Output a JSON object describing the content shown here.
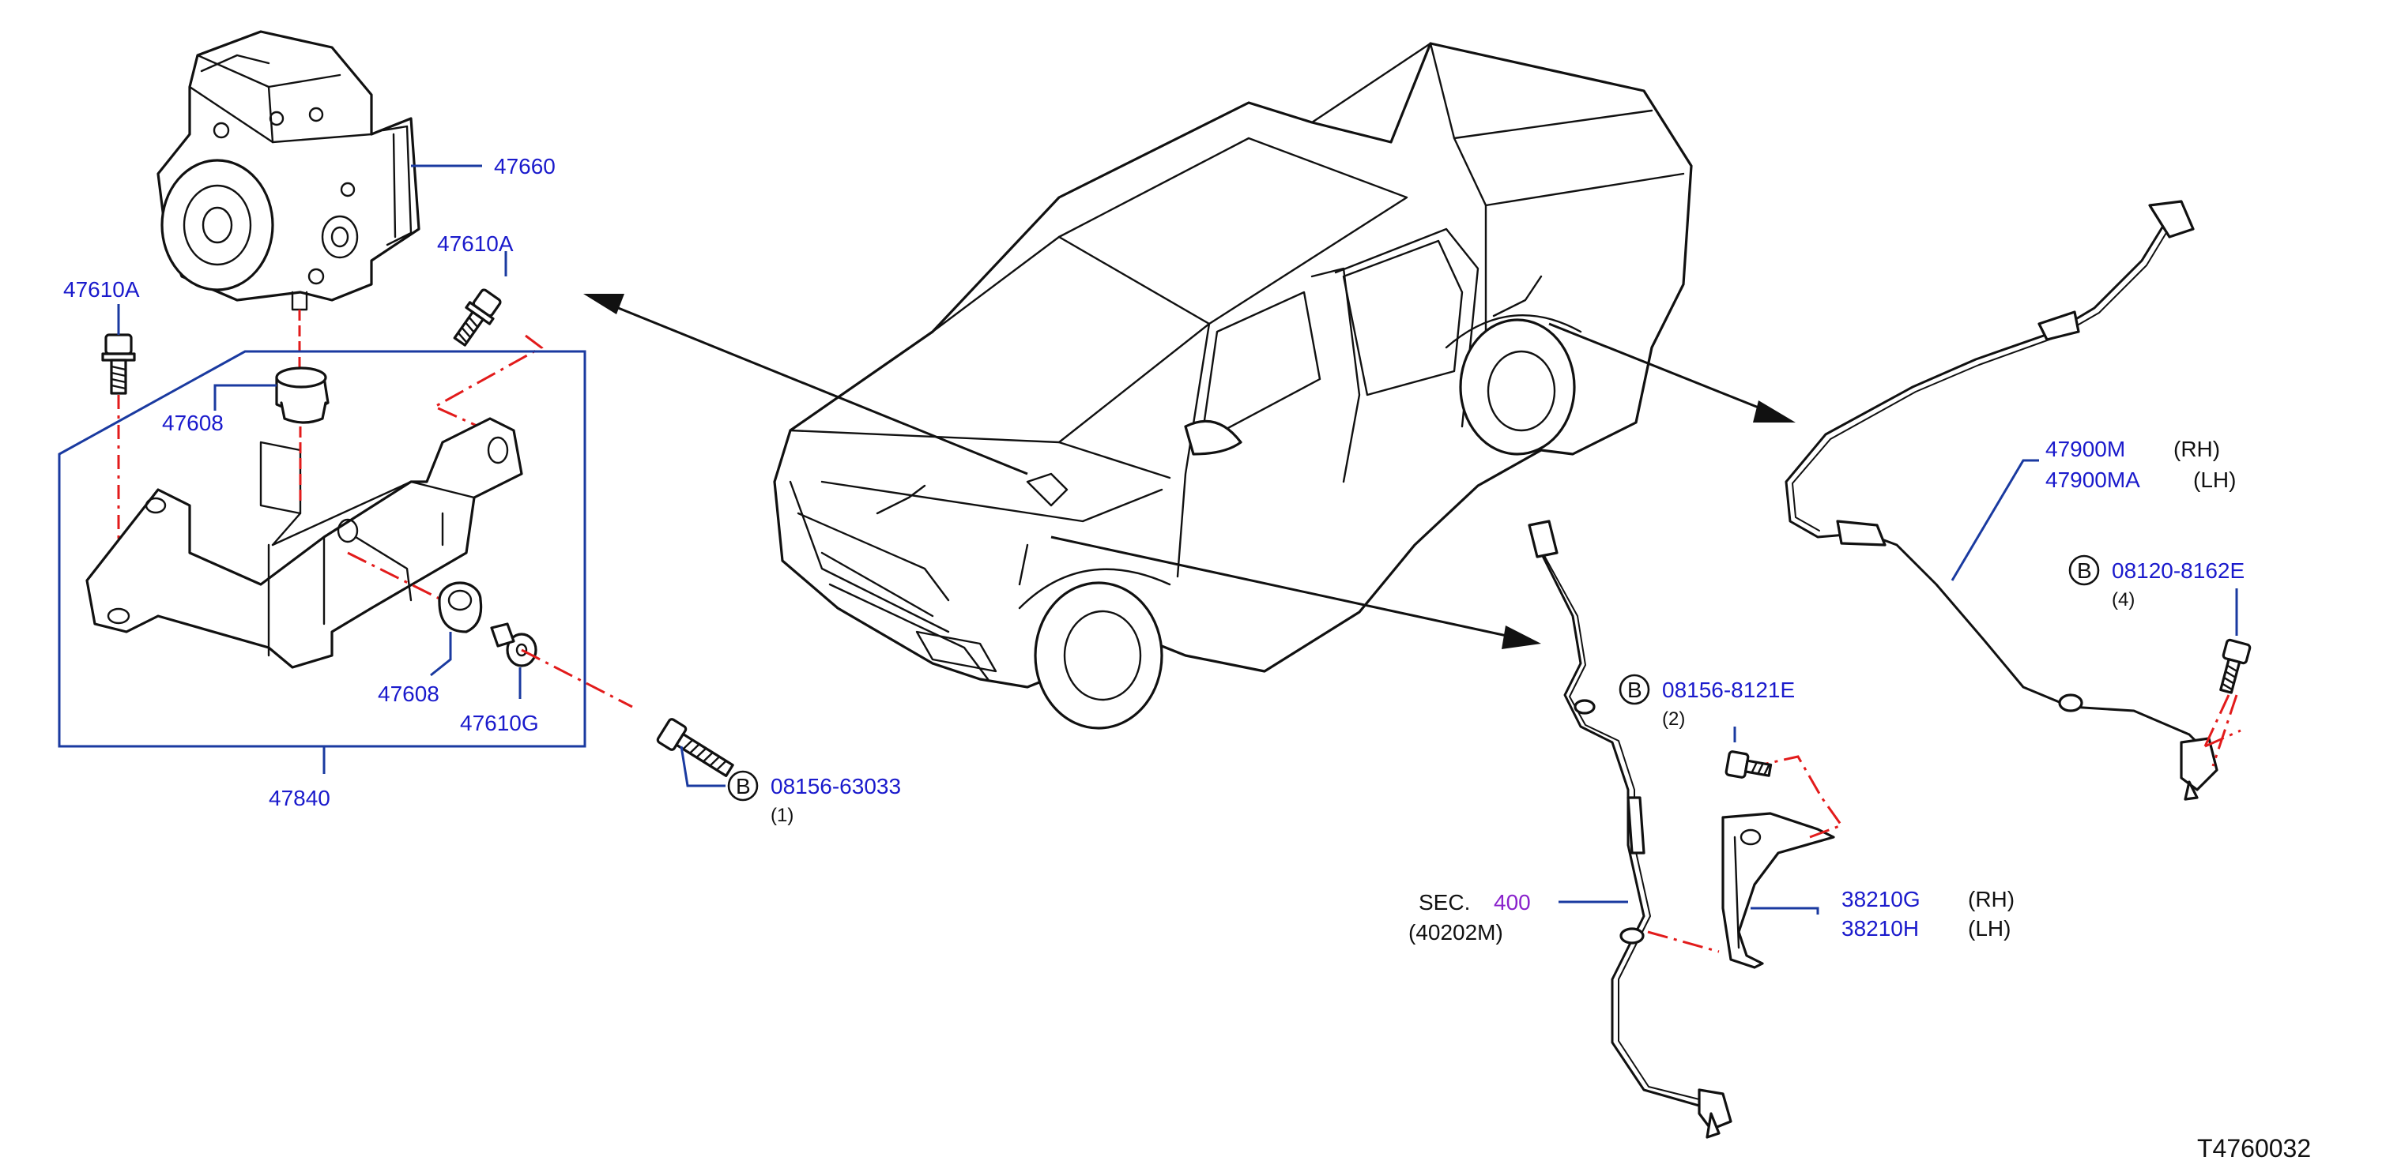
{
  "diagram_id": "T4760032",
  "parts": {
    "actuator": "47660",
    "bolt_a_upper": "47610A",
    "bolt_a_left": "47610A",
    "grommet_upper": "47608",
    "grommet_lower": "47608",
    "bolt_g": "47610G",
    "bracket_assembly": "47840"
  },
  "bolts": {
    "b1": {
      "badge": "B",
      "number": "08156-63033",
      "qty": "(1)"
    },
    "b2": {
      "badge": "B",
      "number": "08156-8121E",
      "qty": "(2)"
    },
    "b4": {
      "badge": "B",
      "number": "08120-8162E",
      "qty": "(4)"
    }
  },
  "front_sensor": {
    "sec_label": "SEC.",
    "sec_number": "400",
    "sec_part": "(40202M)"
  },
  "front_bracket": {
    "rh_number": "38210G",
    "rh_side": "(RH)",
    "lh_number": "38210H",
    "lh_side": "(LH)"
  },
  "rear_sensor": {
    "rh_number": "47900M",
    "rh_side": "(RH)",
    "lh_number": "47900MA",
    "lh_side": "(LH)"
  },
  "colors": {
    "part_number": "#1a1acc",
    "leader_line": "#1a3aa0",
    "centerline": "#e21b1b",
    "section_number": "#8a22cc",
    "outline": "#111111"
  }
}
